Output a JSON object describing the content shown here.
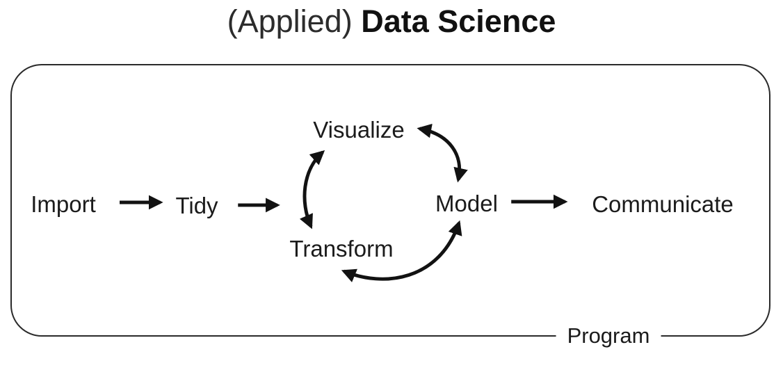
{
  "title": {
    "prefix": "(Applied)",
    "main": "Data Science"
  },
  "box": {
    "label": "Program"
  },
  "nodes": {
    "import": "Import",
    "tidy": "Tidy",
    "visualize": "Visualize",
    "transform": "Transform",
    "model": "Model",
    "communicate": "Communicate"
  },
  "edges": [
    {
      "from": "Import",
      "to": "Tidy",
      "style": "straight",
      "heads": "end"
    },
    {
      "from": "Tidy",
      "to": "Visualize/Transform cycle",
      "style": "straight",
      "heads": "end"
    },
    {
      "from": "Visualize",
      "to": "Transform",
      "style": "curved",
      "heads": "both"
    },
    {
      "from": "Model",
      "to": "Visualize",
      "style": "curved",
      "heads": "both"
    },
    {
      "from": "Transform",
      "to": "Model",
      "style": "curved",
      "heads": "both"
    },
    {
      "from": "Model",
      "to": "Communicate",
      "style": "straight",
      "heads": "end"
    }
  ],
  "colors": {
    "text": "#1b1b1b",
    "arrow": "#121212",
    "border": "#2a2a2a",
    "background": "#ffffff"
  }
}
